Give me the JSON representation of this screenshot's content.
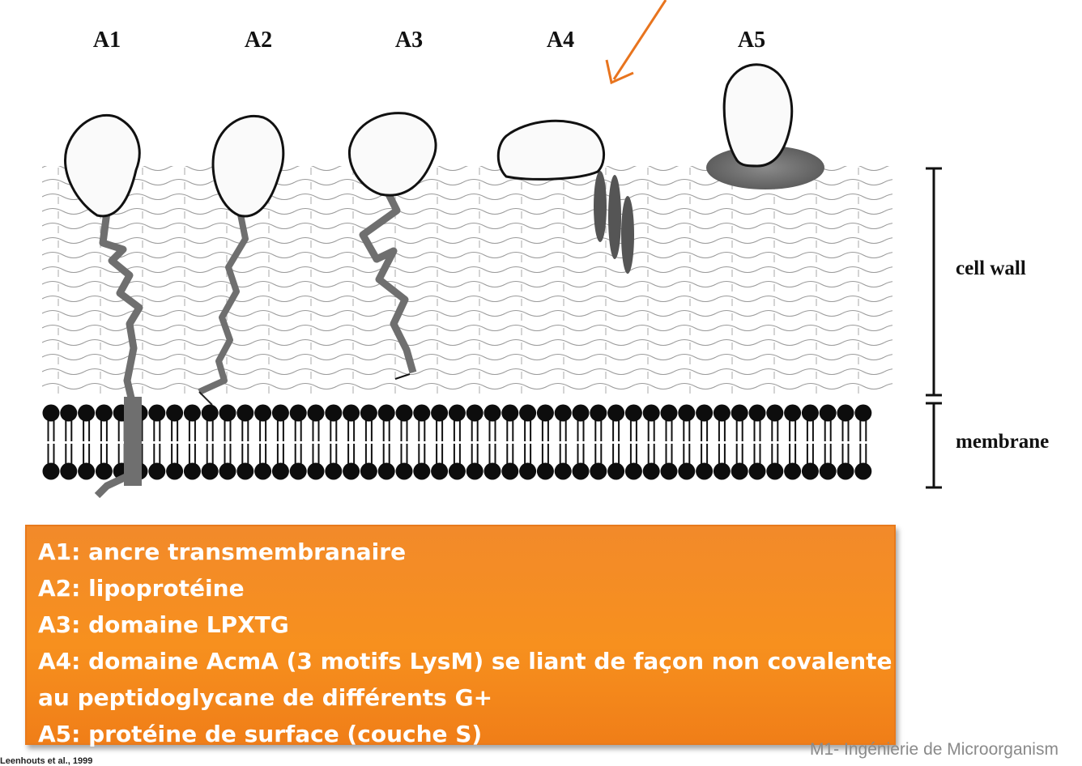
{
  "anchors": [
    "A1",
    "A2",
    "A3",
    "A4",
    "A5"
  ],
  "labels": {
    "cell_wall": "cell wall",
    "membrane": "membrane"
  },
  "legend": [
    "A1: ancre transmembranaire",
    "A2: lipoprotéine",
    "A3: domaine LPXTG",
    "A4: domaine AcmA (3 motifs LysM) se liant de façon non covalente",
    "au peptidoglycane de différents G+",
    "A5: protéine de surface (couche S)"
  ],
  "footer": "M1- Ingénierie de Microorganism",
  "citation": "Leenhouts et al., 1999",
  "colors": {
    "arrow": "#e8741e",
    "legend_bg": "#f7901e",
    "legend_text": "#ffffff",
    "chain": "#6f6f6f",
    "lysm": "#555555",
    "s_layer": "#6e6e6e"
  }
}
